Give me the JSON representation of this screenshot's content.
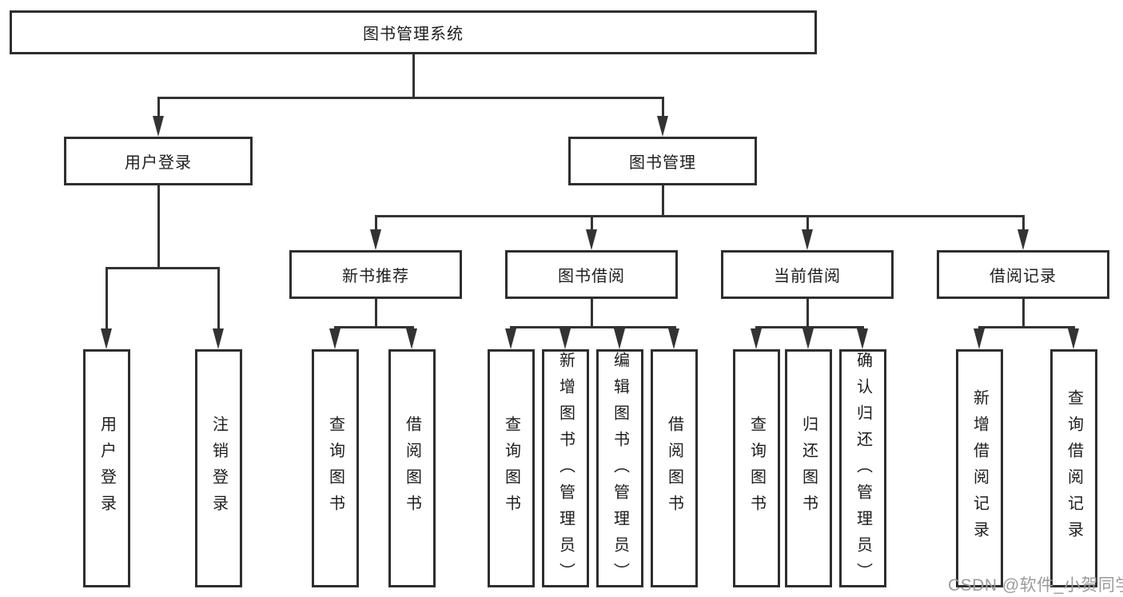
{
  "colors": {
    "line": "#333333",
    "border": "#2e2e2e",
    "text": "#1d1d1d",
    "watermark": "#9b9b9b",
    "background": "#ffffff"
  },
  "root": {
    "label": "图书管理系统"
  },
  "branches": {
    "user_login": {
      "label": "用户登录"
    },
    "book_mgmt": {
      "label": "图书管理"
    },
    "new_book": {
      "label": "新书推荐"
    },
    "borrow": {
      "label": "图书借阅"
    },
    "current": {
      "label": "当前借阅"
    },
    "records": {
      "label": "借阅记录"
    }
  },
  "leaves": [
    {
      "label": "用户登录"
    },
    {
      "label": "注销登录"
    },
    {
      "label": "查询图书"
    },
    {
      "label": "借阅图书"
    },
    {
      "label": "查询图书"
    },
    {
      "label": "新增图书（管理员）"
    },
    {
      "label": "编辑图书（管理员）"
    },
    {
      "label": "借阅图书"
    },
    {
      "label": "查询图书"
    },
    {
      "label": "归还图书"
    },
    {
      "label": "确认归还（管理员）"
    },
    {
      "label": "新增借阅记录"
    },
    {
      "label": "查询借阅记录"
    }
  ],
  "watermark": {
    "text": "CSDN @软件_小贺同学"
  },
  "diagram_semantics": {
    "type": "function-tree",
    "root": "图书管理系统",
    "structure": [
      {
        "parent": "图书管理系统",
        "children": [
          "用户登录",
          "图书管理"
        ]
      },
      {
        "parent": "用户登录",
        "children": [
          "用户登录",
          "注销登录"
        ]
      },
      {
        "parent": "图书管理",
        "children": [
          "新书推荐",
          "图书借阅",
          "当前借阅",
          "借阅记录"
        ]
      },
      {
        "parent": "新书推荐",
        "children": [
          "查询图书",
          "借阅图书"
        ]
      },
      {
        "parent": "图书借阅",
        "children": [
          "查询图书",
          "新增图书（管理员）",
          "编辑图书（管理员）",
          "借阅图书"
        ]
      },
      {
        "parent": "当前借阅",
        "children": [
          "查询图书",
          "归还图书",
          "确认归还（管理员）"
        ]
      },
      {
        "parent": "借阅记录",
        "children": [
          "新增借阅记录",
          "查询借阅记录"
        ]
      }
    ]
  }
}
